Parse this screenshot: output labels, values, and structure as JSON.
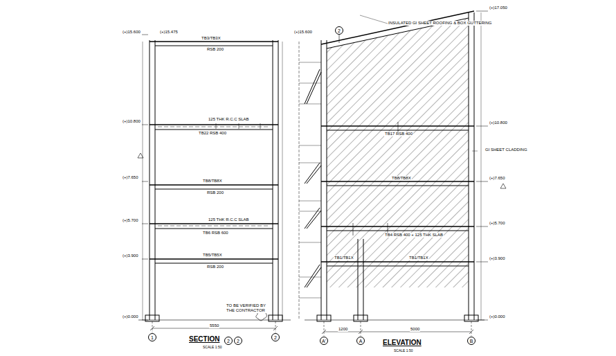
{
  "diagram": {
    "nodes": [
      {
        "text": [
          "2"
        ]
      },
      {
        "text": [
          "2"
        ]
      },
      {
        "text": [
          "1"
        ]
      },
      {
        "text": [
          "2"
        ]
      },
      {
        "text": [
          "2"
        ]
      },
      {
        "text": [
          "A'"
        ]
      },
      {
        "text": [
          "A"
        ]
      },
      {
        "text": [
          "B"
        ]
      }
    ],
    "labels": [
      "(+)15.600",
      "(+)15.475",
      "TB3/TB3X",
      "RSB 200",
      "125 THK R.C.C SLAB",
      "TB22 RSB 400",
      "(+)10.800",
      "TB8/TB8X",
      "RSB 200",
      "(+)7.650",
      "125 THK R.C.C SLAB",
      "TB6 RSB 600",
      "(+)5.700",
      "TB5/TB5X",
      "RSB 200",
      "(+)3.900",
      "(+)0.000",
      "TO BE VERIFIED BY THE CONTRACTOR",
      "5550",
      "SECTION",
      "SCALE 1:50",
      "INSULATED GI SHEET ROOFING & BOX GUTTERING",
      "(+)15.600",
      "(+)17.050",
      "(+)10.800",
      "TB17 RSB 400",
      "GI SHEET CLADDING",
      "(+)7.650",
      "TB8/TB8X",
      "(+)5.700",
      "TB4 RSB 400 + 125 THK SLAB",
      "(+)3.900",
      "TB1/TB1X",
      "TB1/TB1X",
      "(+)0.000",
      "1200",
      "5000",
      "ELEVATION",
      "SCALE 1:50"
    ]
  }
}
